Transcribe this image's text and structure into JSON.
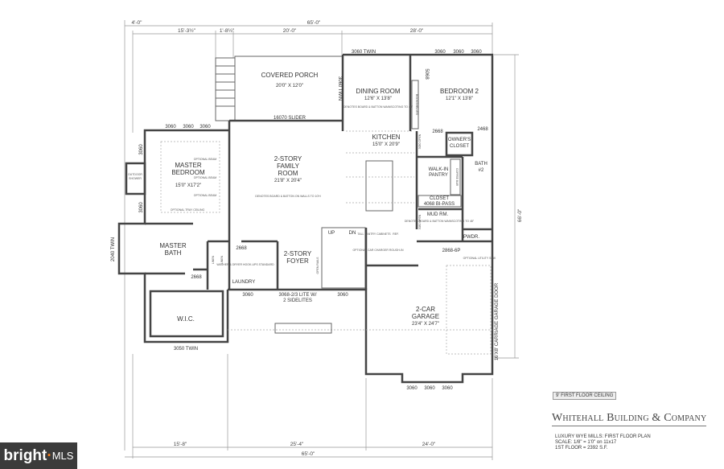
{
  "dimensions": {
    "top_overall": "65'-0\"",
    "top_left_offset": "4'-0\"",
    "top_segments": [
      "15'-3½\"",
      "1'-8½\"",
      "20'-0\"",
      "28'-0\""
    ],
    "bottom_overall": "65'-0\"",
    "bottom_segments": [
      "15'-8\"",
      "25'-4\"",
      "24'-0\""
    ],
    "right_overall": "66'-0\""
  },
  "rooms": {
    "porch": {
      "name": "COVERED PORCH",
      "size": "20'0\" X 12'0\""
    },
    "dining": {
      "name": "DINING ROOM",
      "size": "12'6\" X 13'8\"",
      "note": "DENOTES BOARD & BATTON WAINSCOTING TO 48\""
    },
    "bedroom2": {
      "name": "BEDROOM 2",
      "size": "12'1\" X 13'8\""
    },
    "master_bedroom": {
      "name1": "MASTER",
      "name2": "BEDROOM",
      "size": "15'0\" X17'2\"",
      "beam": "OPTIONAL BEAM",
      "tray": "OPTIONAL TRAY CEILING"
    },
    "family": {
      "name1": "2-STORY",
      "name2": "FAMILY",
      "name3": "ROOM",
      "size": "21'8\" X 20'4\"",
      "note": "DENOTES BOARD & BATTON ON WALLS TO 10'H"
    },
    "kitchen": {
      "name": "KITCHEN",
      "size": "15'0\" X 20'9\""
    },
    "owners_closet": {
      "name1": "OWNER'S",
      "name2": "CLOSET"
    },
    "bath2": {
      "name1": "BATH",
      "name2": "#2"
    },
    "pantry": {
      "name1": "WALK-IN",
      "name2": "PANTRY"
    },
    "closet": {
      "name": "CLOSET",
      "door": "4068 BI-PASS"
    },
    "mud": {
      "name": "MUD RM.",
      "note": "DENOTES BOARD & BATTON WAINSCOTING TO 48\""
    },
    "powder": {
      "name": "PWDR."
    },
    "outdoor_shower": {
      "name1": "OUTDOOR",
      "name2": "SHOWER"
    },
    "master_bath": {
      "name1": "MASTER",
      "name2": "BATH"
    },
    "laundry": {
      "name": "LAUNDRY",
      "note": "WASHER & DRYER HOOK-UPS STANDARD"
    },
    "linen": "LINEN",
    "foyer": {
      "name1": "2-STORY",
      "name2": "FOYER"
    },
    "wic": {
      "name": "W.I.C."
    },
    "garage": {
      "name1": "2-CAR",
      "name2": "GARAGE",
      "size": "23'4\" X 24'7\""
    }
  },
  "labels": {
    "window_3060": "3060",
    "twin_3060": "3060 TWIN",
    "door_5068": "5068",
    "slider": "16070 SLIDER",
    "door_2668": "2668",
    "door_2468": "2468",
    "twin_2040": "2040 TWIN",
    "twin_3050": "3050 TWIN",
    "entry_door": "3068-2/3 LITE W/",
    "entry_door2": "2 SIDELITES",
    "garage_entry": "2868-6P",
    "garage_door": "16'X8' CARRIAGE GARAGE DOOR",
    "up": "UP",
    "dn": "DN",
    "open_rails": "OPEN RAILS",
    "open_3080": "3080 OPEN",
    "tall_pantry": "TALL PANTRY CABINETS",
    "ref": "REF.",
    "car_charger": "OPTIONAL CAR CHARGER ROUGH-IN",
    "utility_sink": "OPTIONAL UTILITY SINK",
    "beam": "BEAM",
    "pantry_shelf": "COFFEE BAR",
    "bookshelves": "BOOKSHELVES"
  },
  "title_block": {
    "ceiling": "9' FIRST FLOOR CEILING",
    "company": "Whitehall Building & Company",
    "line1": "LUXURY WYE MILLS: FIRST FLOOR PLAN",
    "line2": "SCALE: 1/8\" = 1'0\" on 11x17",
    "line3": "1ST FLOOR = 2392 S.F."
  },
  "watermark": {
    "brand": "bright",
    "suffix": "MLS"
  }
}
